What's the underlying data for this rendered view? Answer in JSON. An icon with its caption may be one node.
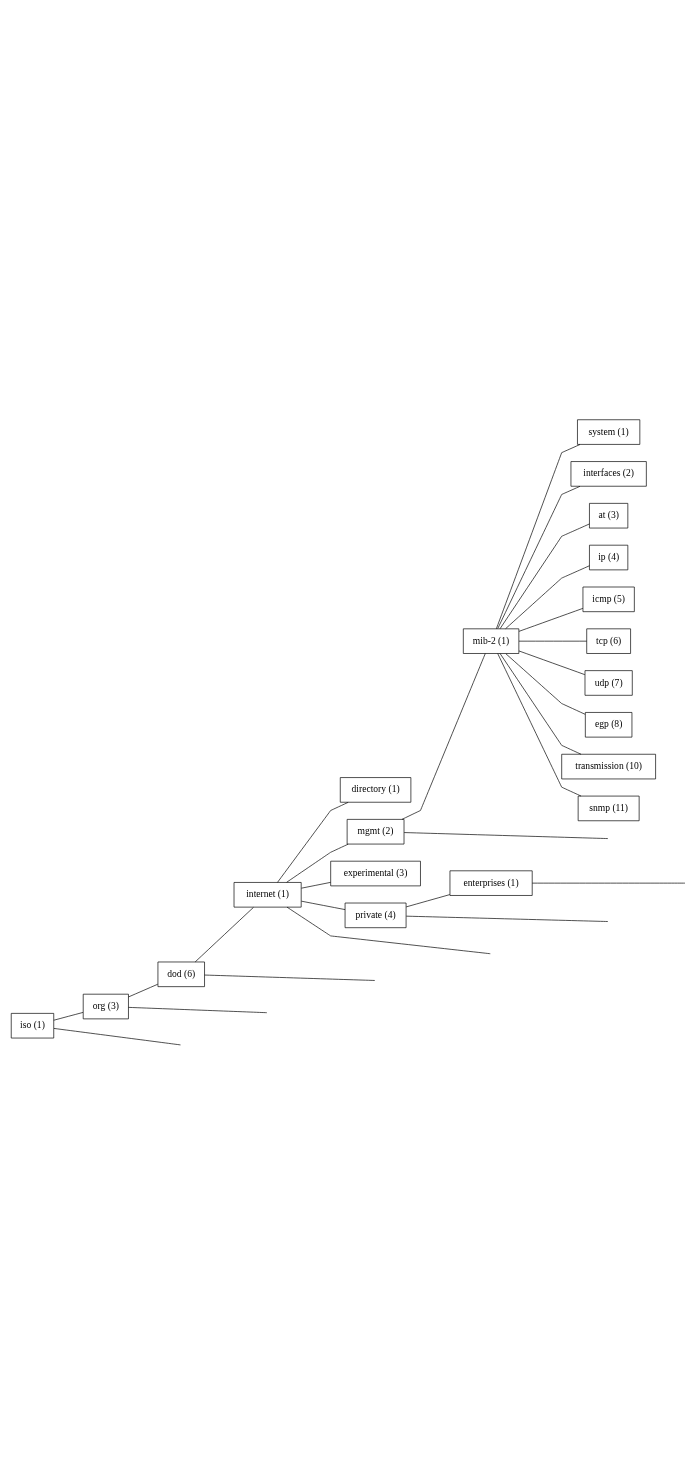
{
  "diagram": {
    "nodes": [
      {
        "text": [
          "iso (1)"
        ]
      },
      {
        "text": [
          "org (3)"
        ]
      },
      {
        "text": [
          "dod (6)"
        ]
      },
      {
        "text": [
          "internet (1)"
        ]
      },
      {
        "text": [
          "directory (1)"
        ]
      },
      {
        "text": [
          "mgmt (2)"
        ]
      },
      {
        "text": [
          "mib-2 (1)"
        ]
      },
      {
        "text": [
          "system (1)"
        ]
      },
      {
        "text": [
          "interfaces (2)"
        ]
      },
      {
        "text": [
          "at (3)"
        ]
      },
      {
        "text": [
          "ip (4)"
        ]
      },
      {
        "text": [
          "icmp (5)"
        ]
      },
      {
        "text": [
          "tcp (6)"
        ]
      },
      {
        "text": [
          "udp (7)"
        ]
      },
      {
        "text": [
          "egp (8)"
        ]
      },
      {
        "text": [
          "transmission (10)"
        ]
      },
      {
        "text": [
          "snmp (11)"
        ]
      },
      {
        "text": [
          "experimental (3)"
        ]
      },
      {
        "text": [
          "private (4)"
        ]
      },
      {
        "text": [
          "enterprises (1)"
        ]
      }
    ],
    "edges": [
      {
        "from": 0,
        "to": 1,
        "arrow": "none"
      },
      {
        "from": 0,
        "to": null,
        "arrow": "none"
      },
      {
        "from": 1,
        "to": 2,
        "arrow": "none"
      },
      {
        "from": 1,
        "to": null,
        "arrow": "none"
      },
      {
        "from": 2,
        "to": 3,
        "arrow": "none"
      },
      {
        "from": 2,
        "to": null,
        "arrow": "none"
      },
      {
        "from": 3,
        "to": 4,
        "arrow": "none"
      },
      {
        "from": 3,
        "to": 5,
        "arrow": "none"
      },
      {
        "from": 5,
        "to": 6,
        "arrow": "none"
      },
      {
        "from": 5,
        "to": null,
        "arrow": "none"
      },
      {
        "from": 6,
        "to": 7,
        "arrow": "none"
      },
      {
        "from": 6,
        "to": 8,
        "arrow": "none"
      },
      {
        "from": 6,
        "to": 9,
        "arrow": "none"
      },
      {
        "from": 6,
        "to": 10,
        "arrow": "none"
      },
      {
        "from": 6,
        "to": 11,
        "arrow": "none"
      },
      {
        "from": 6,
        "to": 12,
        "arrow": "none"
      },
      {
        "from": 6,
        "to": 13,
        "arrow": "none"
      },
      {
        "from": 6,
        "to": 14,
        "arrow": "none"
      },
      {
        "from": 6,
        "to": 15,
        "arrow": "none"
      },
      {
        "from": 6,
        "to": 16,
        "arrow": "none"
      },
      {
        "from": 3,
        "to": 17,
        "arrow": "none"
      },
      {
        "from": 3,
        "to": 18,
        "arrow": "none"
      },
      {
        "from": 3,
        "to": null,
        "arrow": "none"
      },
      {
        "from": 18,
        "to": 19,
        "arrow": "none"
      },
      {
        "from": 18,
        "to": null,
        "arrow": "none"
      },
      {
        "from": 19,
        "to": null,
        "arrow": "none"
      }
    ]
  }
}
